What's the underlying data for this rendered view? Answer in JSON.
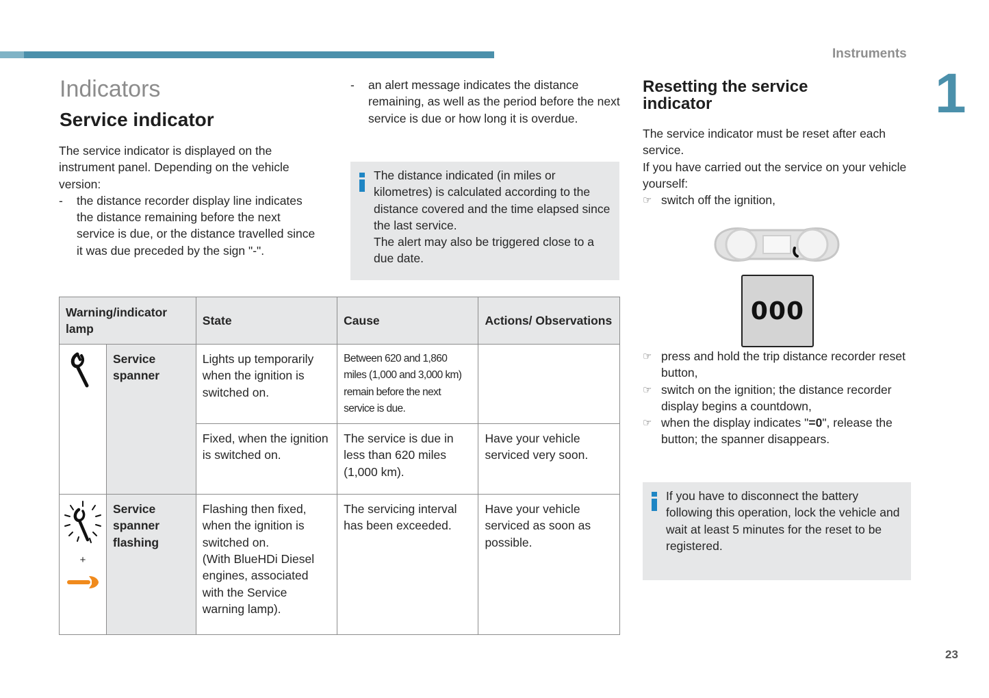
{
  "header": {
    "section": "Instruments",
    "chapter": "1",
    "page": "23"
  },
  "left": {
    "title": "Indicators",
    "subtitle": "Service indicator",
    "intro": "The service indicator is displayed on the instrument panel. Depending on the vehicle version:",
    "bullets": [
      "the distance recorder display line indicates the distance remaining before the next service is due, or the distance travelled since it was due preceded by the sign \"-\".",
      "an alert message indicates the distance remaining, as well as the period before the next service is due or how long it is overdue."
    ],
    "bullet_mark": "-",
    "info": "The distance indicated (in miles or kilometres) is calculated according to the distance covered and the time elapsed since the last service.\nThe alert may also be triggered close to a due date."
  },
  "table": {
    "headers": [
      "Warning/indicator lamp",
      "State",
      "Cause",
      "Actions/ Observations"
    ],
    "group1": {
      "lamp": "Service spanner",
      "rows": [
        {
          "state": "Lights up temporarily when the ignition is switched on.",
          "cause": "Between 620 and 1,860 miles (1,000 and 3,000 km) remain before the next service is due.",
          "action": ""
        },
        {
          "state": "Fixed, when the ignition is switched on.",
          "cause": "The service is due in less than 620 miles (1,000 km).",
          "action": "Have your vehicle serviced very soon."
        }
      ]
    },
    "group2": {
      "lamp": "Service spanner flashing",
      "plus": "+",
      "state": "Flashing then fixed, when the ignition is switched on.\n(With BlueHDi Diesel engines, associated with the Service warning lamp).",
      "cause": "The servicing interval has been exceeded.",
      "action": "Have your vehicle serviced as soon as possible."
    }
  },
  "right": {
    "title": "Resetting the service indicator",
    "intro": "The service indicator must be reset after each service.\nIf you have carried out the service on your vehicle yourself:",
    "step1": "switch off the ignition,",
    "display_value": "000",
    "steps": [
      "press and hold the trip distance recorder reset button,",
      "switch on the ignition; the distance recorder display begins a countdown,"
    ],
    "step_last_before": "when the display indicates \"",
    "step_last_bold": "=0",
    "step_last_after": "\", release the button; the spanner disappears.",
    "info": "If you have to disconnect the battery following this operation, lock the vehicle and wait at least 5 minutes for the reset to be registered.",
    "hand_mark": "☞"
  },
  "colors": {
    "accent": "#4b90ab",
    "info_blue": "#1f86c4",
    "box_grey": "#e6e7e8",
    "spanner_orange": "#f08a1c"
  }
}
